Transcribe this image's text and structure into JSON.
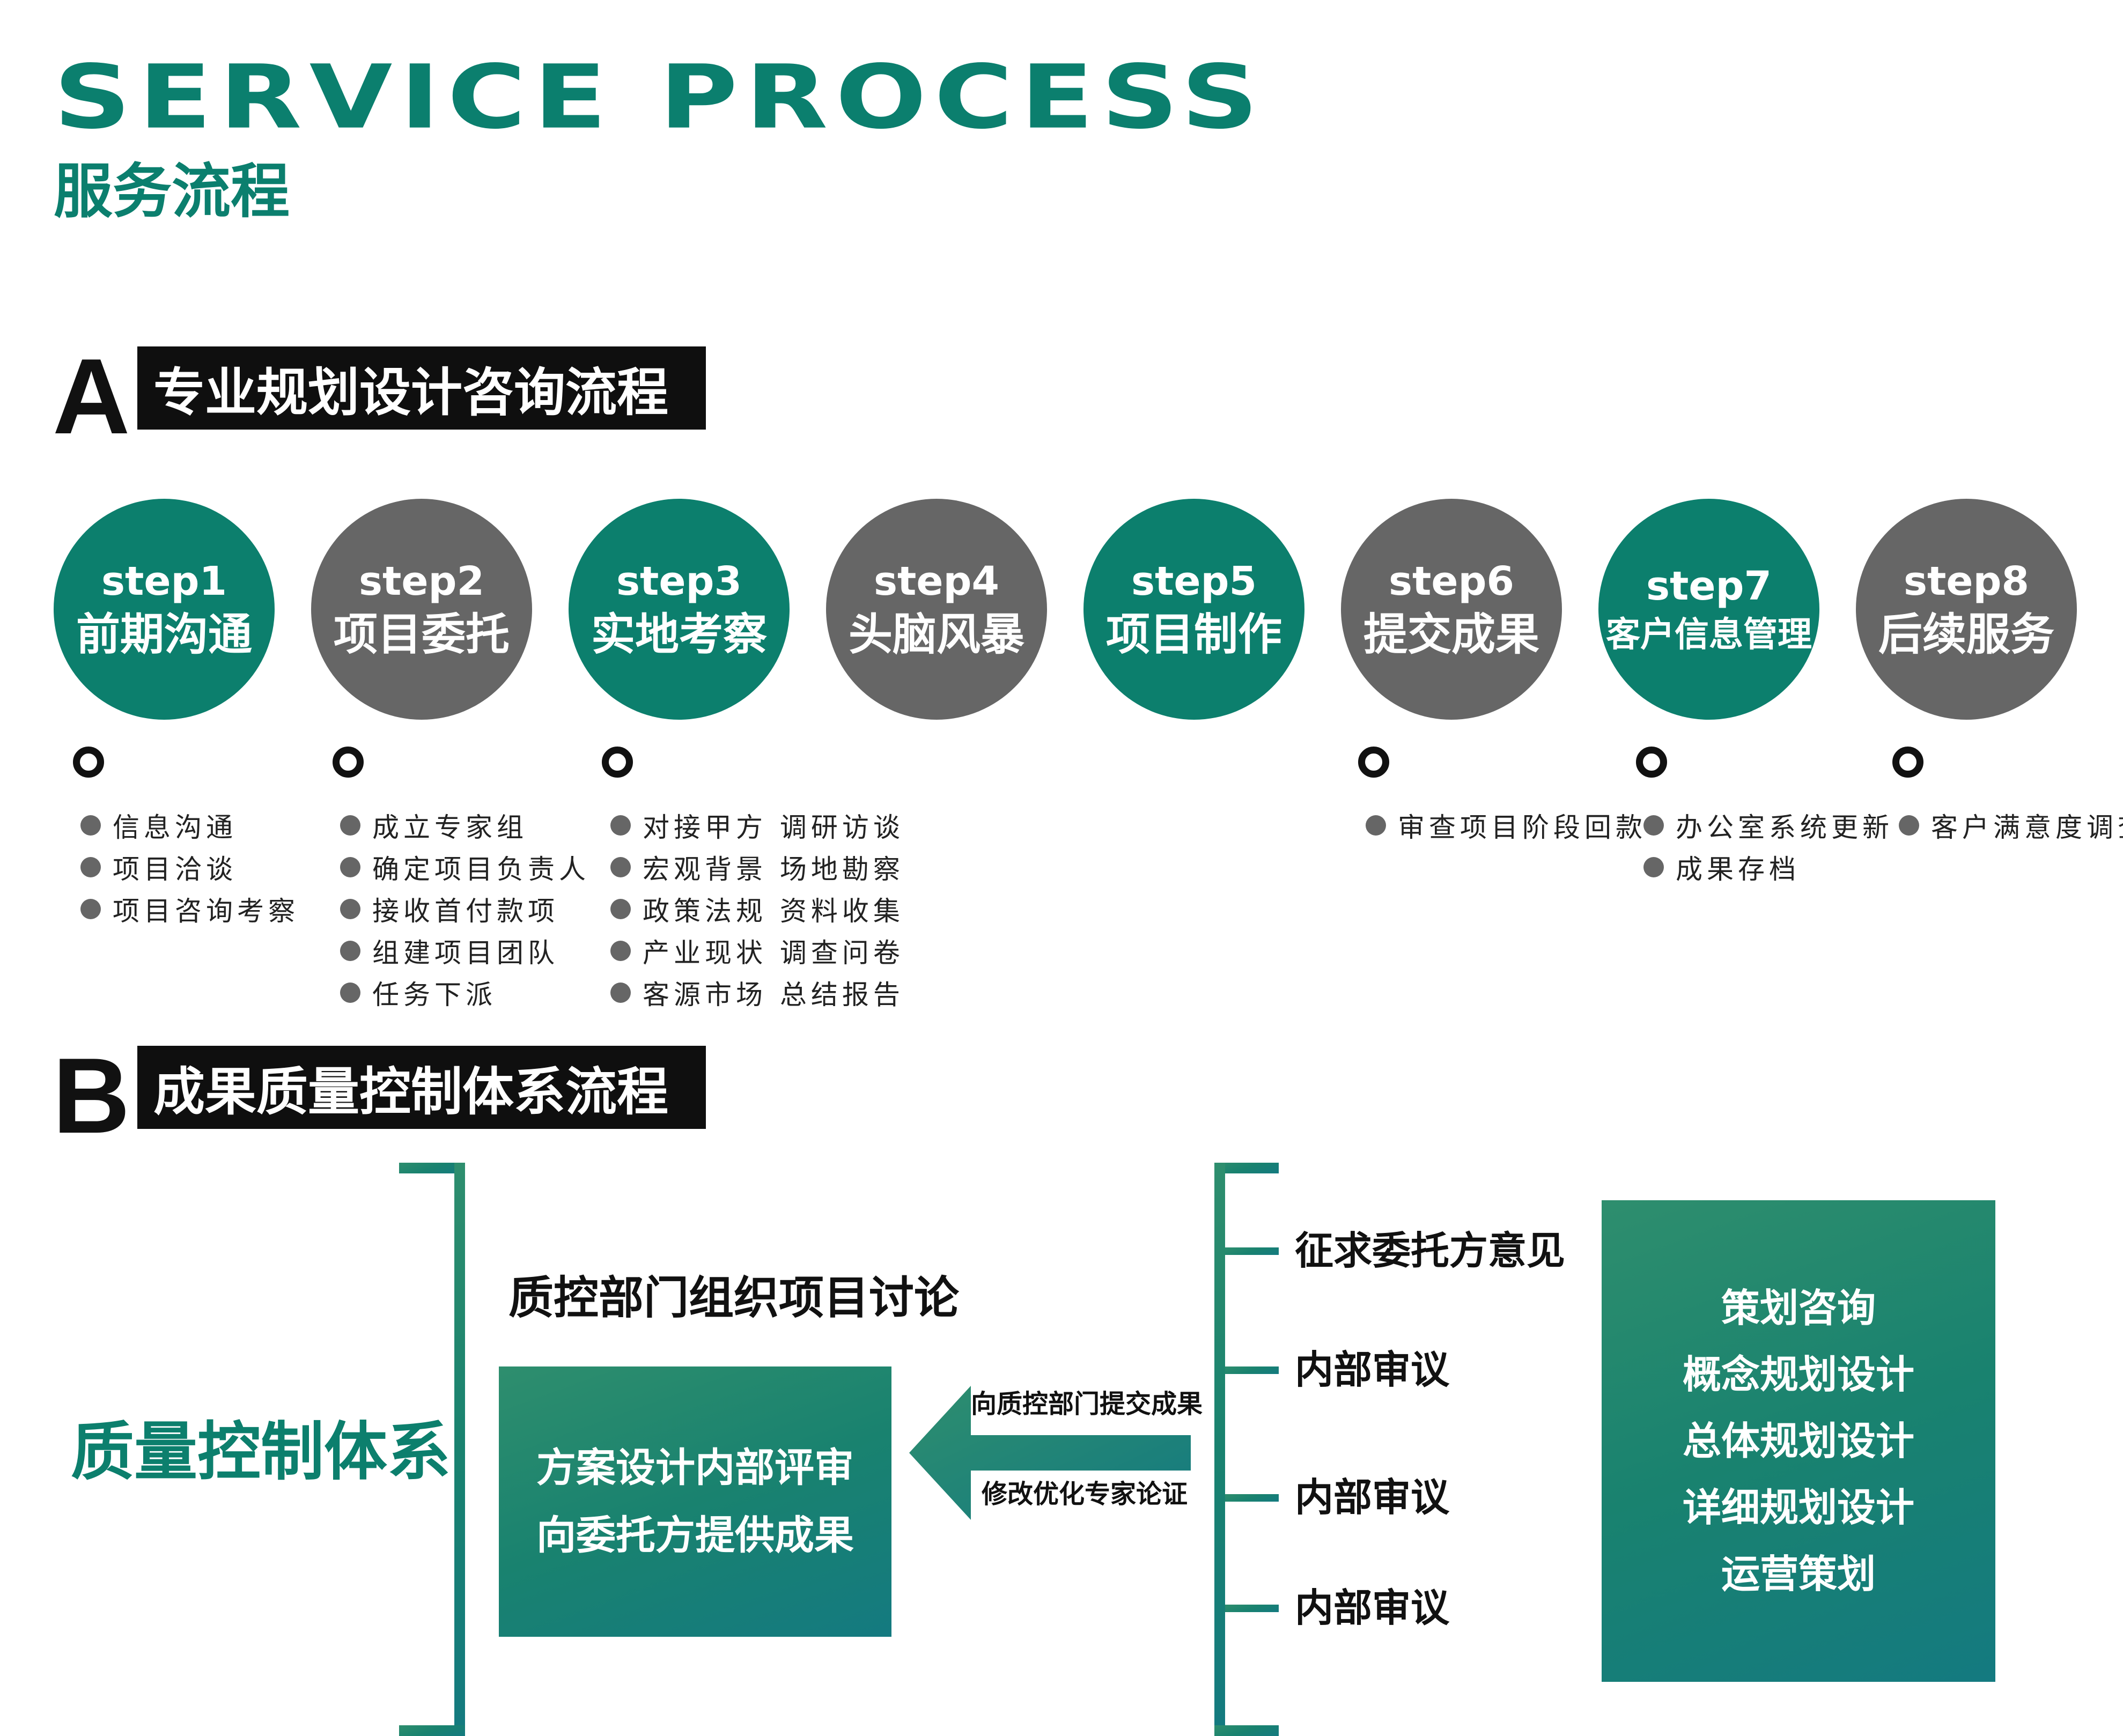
{
  "header": {
    "title_en": "SERVICE PROCESS",
    "title_cn": "服务流程"
  },
  "section_a": {
    "letter": "A",
    "title": "专业规划设计咨询流程",
    "steps": [
      {
        "step": "step1",
        "name": "前期沟通",
        "color": "#0c7f6d",
        "items": [
          "信息沟通",
          "项目洽谈",
          "项目咨询考察"
        ]
      },
      {
        "step": "step2",
        "name": "项目委托",
        "color": "#666666",
        "items": [
          "成立专家组",
          "确定项目负责人",
          "接收首付款项",
          "组建项目团队",
          "任务下派"
        ]
      },
      {
        "step": "step3",
        "name": "实地考察",
        "color": "#0c7f6d",
        "items": [
          "对接甲方 调研访谈",
          "宏观背景 场地勘察",
          "政策法规 资料收集",
          "产业现状 调查问卷",
          "客源市场 总结报告"
        ]
      },
      {
        "step": "step4",
        "name": "头脑风暴",
        "color": "#666666",
        "items": []
      },
      {
        "step": "step5",
        "name": "项目制作",
        "color": "#0c7f6d",
        "items": []
      },
      {
        "step": "step6",
        "name": "提交成果",
        "color": "#666666",
        "items": [
          "审查项目阶段回款"
        ]
      },
      {
        "step": "step7",
        "name": "客户信息管理",
        "color": "#0c7f6d",
        "items": [
          "办公室系统更新",
          "成果存档"
        ]
      },
      {
        "step": "step8",
        "name": "后续服务",
        "color": "#666666",
        "items": [
          "客户满意度调查"
        ]
      }
    ]
  },
  "section_b": {
    "letter": "B",
    "title": "成果质量控制体系流程",
    "system_label": "质量控制体系",
    "discussion": "质控部门组织项目讨论",
    "center_box": [
      "方案设计内部评审",
      "向委托方提供成果"
    ],
    "arrow_top": "向质控部门提交成果",
    "arrow_bottom": "修改优化专家论证",
    "reviews": [
      "征求委托方意见",
      "内部审议",
      "内部审议",
      "内部审议"
    ],
    "services": [
      "策划咨询",
      "概念规划设计",
      "总体规划设计",
      "详细规划设计",
      "运营策划"
    ]
  },
  "colors": {
    "brand_teal": "#0c7f6d",
    "gray": "#666666",
    "black": "#0f0f0f"
  }
}
